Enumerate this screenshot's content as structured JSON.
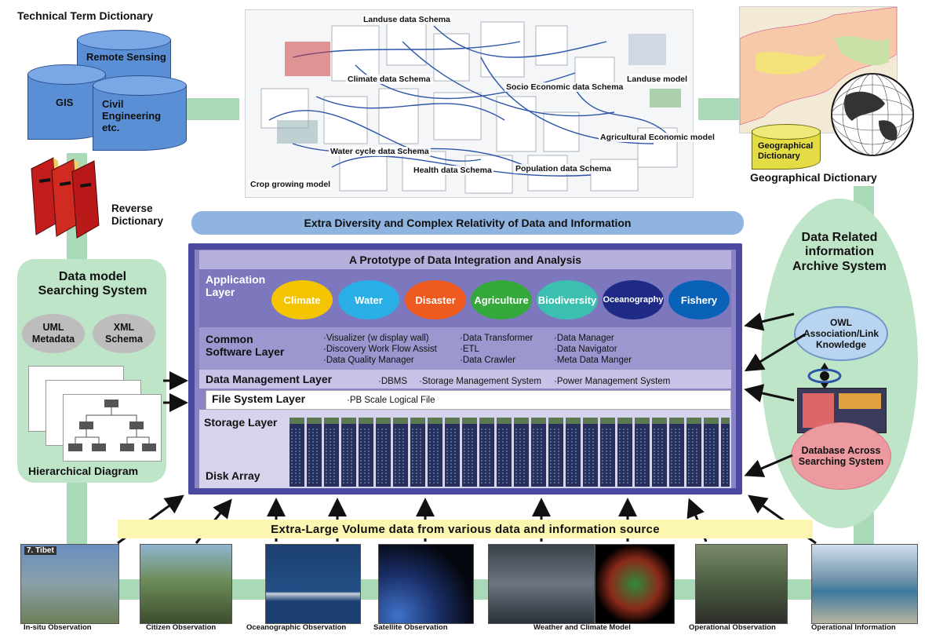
{
  "technical_term_dictionary": {
    "title": "Technical Term Dictionary",
    "db_remote": "Remote Sensing",
    "db_gis": "GIS",
    "db_civil": "Civil\nEngineering\netc."
  },
  "reverse_dictionary": "Reverse\nDictionary",
  "schemas": {
    "landuse": "Landuse data Schema",
    "climate": "Climate data Schema",
    "socio": "Socio Economic data Schema",
    "landuse_model": "Landuse model",
    "water": "Water cycle data Schema",
    "agri_econ": "Agricultural Economic model",
    "health": "Health data Schema",
    "population": "Population data Schema",
    "crop": "Crop growing model"
  },
  "geo": {
    "dictionary_small": "Geographical\nDictionary",
    "dictionary_title": "Geographical Dictionary"
  },
  "extra_diversity": "Extra Diversity and Complex Relativity of Data and Information",
  "prototype": {
    "title": "A Prototype of Data Integration and Analysis",
    "application_layer": "Application\nLayer",
    "apps": [
      {
        "label": "Climate",
        "color": "#f5c400"
      },
      {
        "label": "Water",
        "color": "#2aaee6"
      },
      {
        "label": "Disaster",
        "color": "#ef5a1f"
      },
      {
        "label": "Agriculture",
        "color": "#34a83a"
      },
      {
        "label": "Biodiversity",
        "color": "#3bbfb0"
      },
      {
        "label": "Oceanography",
        "color": "#1f2a86"
      },
      {
        "label": "Fishery",
        "color": "#0a62b8"
      }
    ],
    "common_software_layer": "Common\nSoftware Layer",
    "software_col1": [
      "·Visualizer (w display wall)",
      "·Discovery Work Flow Assist",
      "·Data Quality Manager"
    ],
    "software_col2": [
      "·Data Transformer",
      "·ETL",
      "·Data Crawler"
    ],
    "software_col3": [
      "·Data Manager",
      "·Data Navigator",
      "·Meta Data Manger"
    ],
    "data_management_layer": "Data Management Layer",
    "dm_items": [
      "·DBMS",
      "·Storage Management System",
      "·Power Management System"
    ],
    "file_system_layer": "File System Layer",
    "fs_item": "·PB Scale Logical File",
    "storage_layer": "Storage Layer",
    "disk_array": "Disk Array"
  },
  "data_model": {
    "title": "Data model\nSearching System",
    "uml": "UML\nMetadata",
    "xml": "XML\nSchema",
    "hierarchical": "Hierarchical Diagram"
  },
  "archive": {
    "title": "Data Related\ninformation\nArchive System",
    "owl": "OWL\nAssociation/Link\nKnowledge",
    "db_across": "Database Across\nSearching System"
  },
  "extra_large": "Extra-Large Volume data from various data and information source",
  "sources": [
    "In-situ Observation",
    "Citizen Observation",
    "Oceanographic Observation",
    "Satellite Observation",
    "Weather and Climate Model",
    "Operational Observation",
    "Operational Information"
  ],
  "tibet_label": "7. Tibet",
  "colors": {
    "green_band": "#a9d9b6",
    "prototype_border": "#4b4aa0",
    "prototype_fill": "#8a84c4",
    "diversity_bar": "#8fb4e0",
    "extra_large_bar": "#fbf6b0"
  }
}
